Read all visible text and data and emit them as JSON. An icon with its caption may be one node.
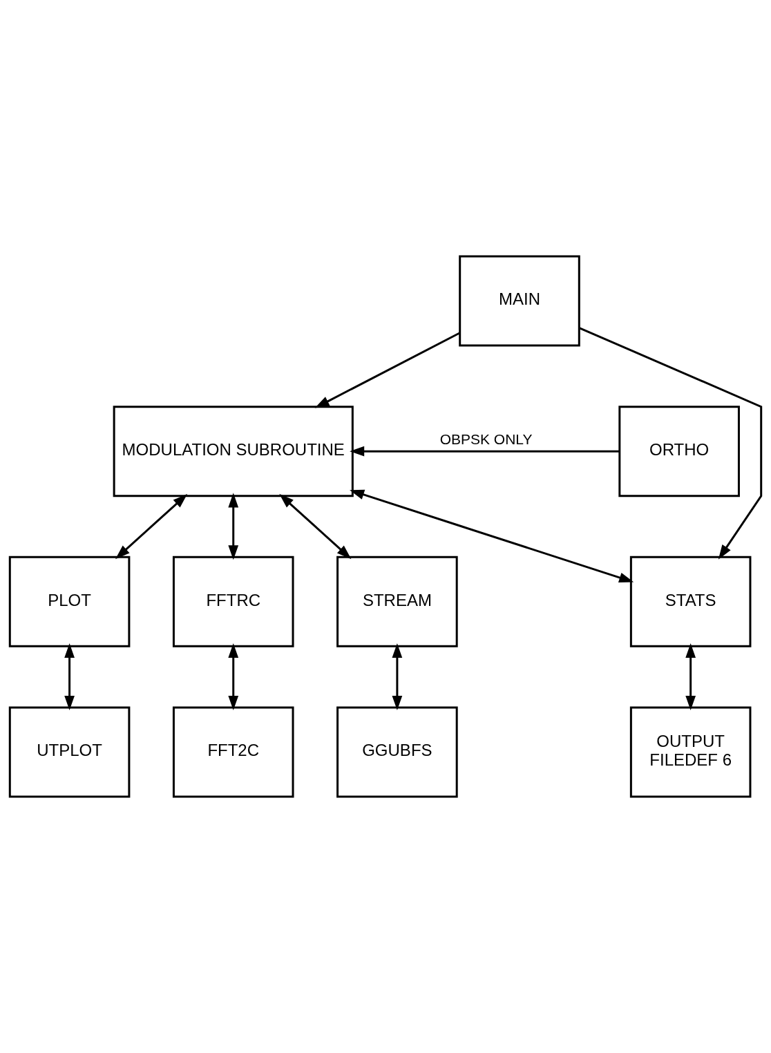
{
  "diagram": {
    "nodes": [
      {
        "text": [
          "MAIN"
        ]
      },
      {
        "text": [
          "ORTHO"
        ]
      },
      {
        "text": [
          "MODULATION SUBROUTINE"
        ]
      },
      {
        "text": [
          "STREAM"
        ]
      },
      {
        "text": [
          "PLOT"
        ]
      },
      {
        "text": [
          "FFTRC"
        ]
      },
      {
        "text": [
          "STATS"
        ]
      },
      {
        "text": [
          "GGUBFS"
        ]
      },
      {
        "text": [
          "UTPLOT"
        ]
      },
      {
        "text": [
          "FFT2C"
        ]
      },
      {
        "text": [
          "OUTPUT",
          "FILEDEF 6"
        ]
      }
    ],
    "edges": [
      {
        "from": 0,
        "to": 2,
        "arrow": "to"
      },
      {
        "from": 1,
        "to": 2,
        "arrow": "to",
        "label": "OBPSK ONLY"
      },
      {
        "from": 0,
        "to": 6,
        "arrow": "to"
      },
      {
        "from": 2,
        "to": 3,
        "arrow": "both"
      },
      {
        "from": 2,
        "to": 4,
        "arrow": "both"
      },
      {
        "from": 2,
        "to": 5,
        "arrow": "both"
      },
      {
        "from": 2,
        "to": 6,
        "arrow": "both"
      },
      {
        "from": 3,
        "to": 7,
        "arrow": "both"
      },
      {
        "from": 4,
        "to": 8,
        "arrow": "both"
      },
      {
        "from": 5,
        "to": 9,
        "arrow": "both"
      },
      {
        "from": 6,
        "to": 10,
        "arrow": "both"
      }
    ]
  }
}
